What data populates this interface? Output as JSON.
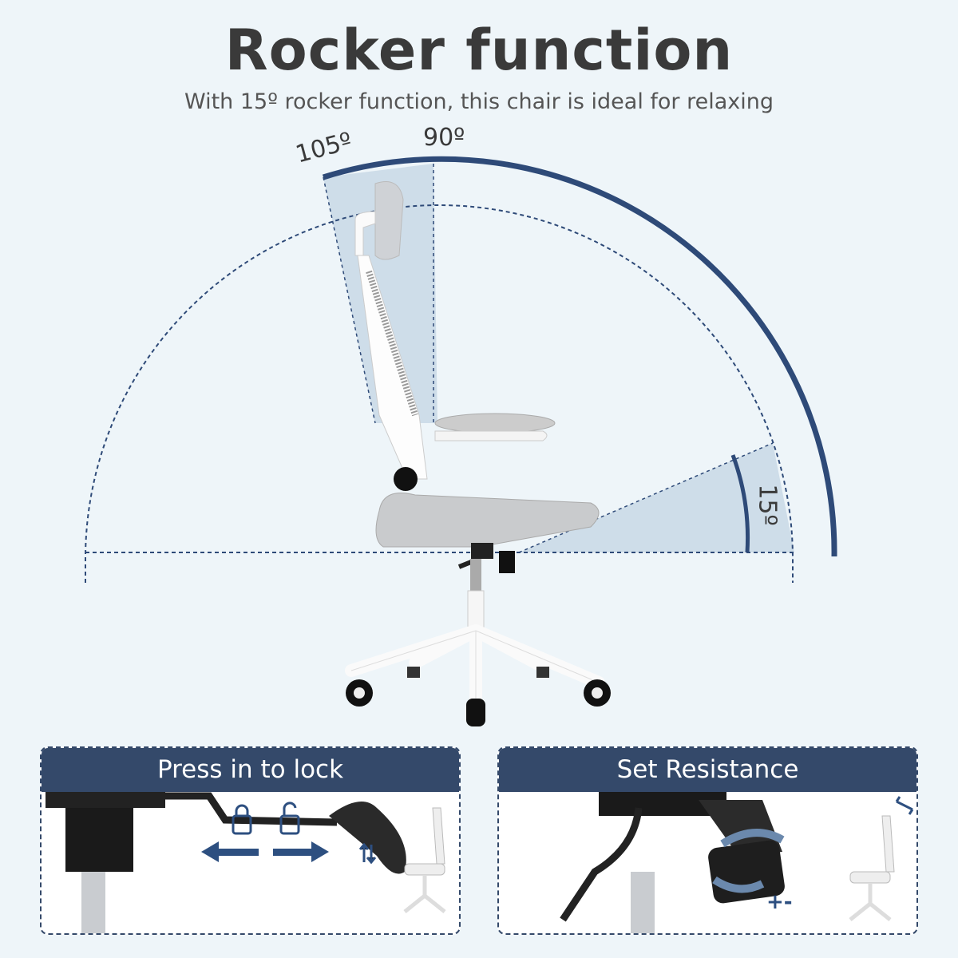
{
  "header": {
    "title": "Rocker function",
    "subtitle": "With 15º rocker function, this chair is ideal for relaxing"
  },
  "angles": {
    "recline": "105º",
    "upright": "90º",
    "rocker": "15º"
  },
  "panels": [
    {
      "title": "Press in to lock",
      "icons": [
        "lock-icon",
        "unlock-icon",
        "arrow-left-icon",
        "arrow-right-icon",
        "up-down-arrows-icon"
      ]
    },
    {
      "title": "Set Resistance",
      "symbol": "+-",
      "icons": [
        "rotate-arrows-icon",
        "diagonal-arrow-icon"
      ]
    }
  ],
  "colors": {
    "accent": "#34496a",
    "arc": "#2e4a78",
    "shade": "#c8d8e6",
    "background": "#eef5f9"
  }
}
